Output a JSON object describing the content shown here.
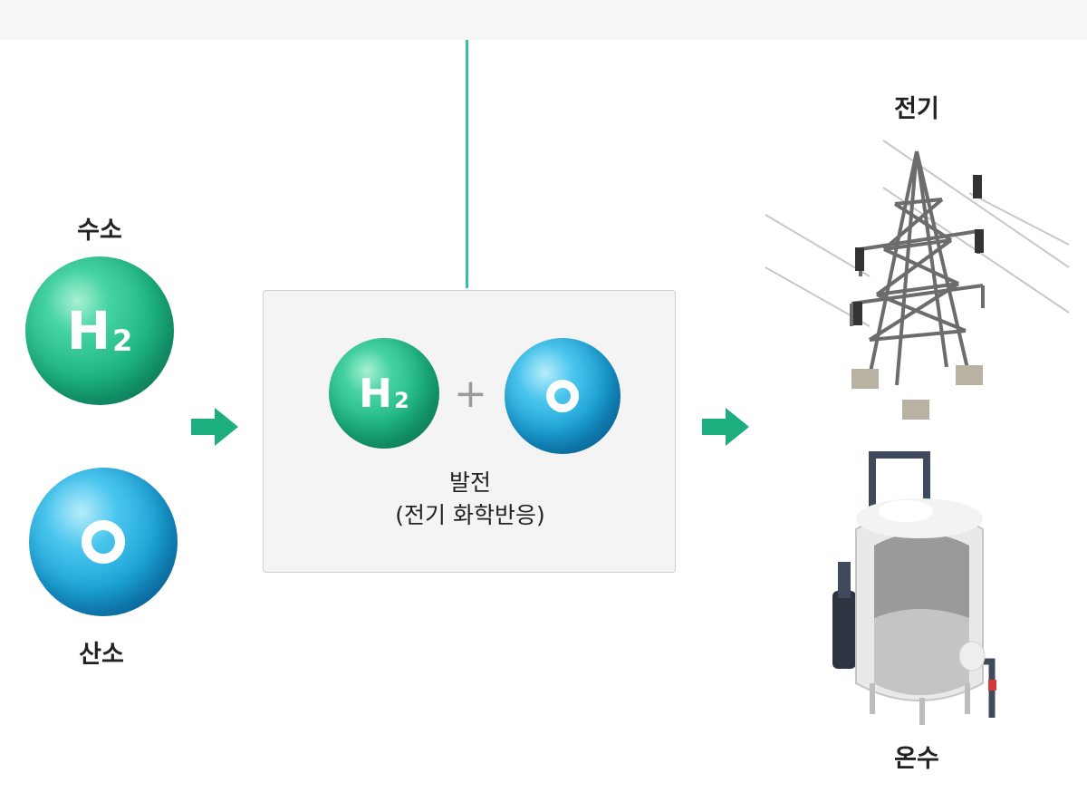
{
  "inputs": {
    "hydrogen": {
      "label": "수소",
      "symbol": "H",
      "subscript": "2",
      "color": "#1fb784"
    },
    "oxygen": {
      "label": "산소",
      "symbol": "O",
      "color": "#1aa3d6"
    }
  },
  "reaction": {
    "title": "발전",
    "subtitle": "(전기 화학반응)",
    "plus": "+"
  },
  "outputs": {
    "electricity": {
      "label": "전기",
      "icon": "power-transmission-tower-icon"
    },
    "hot_water": {
      "label": "온수",
      "icon": "hot-water-tank-icon"
    }
  },
  "colors": {
    "arrow": "#1dae7f",
    "connector": "#36c2a0"
  }
}
